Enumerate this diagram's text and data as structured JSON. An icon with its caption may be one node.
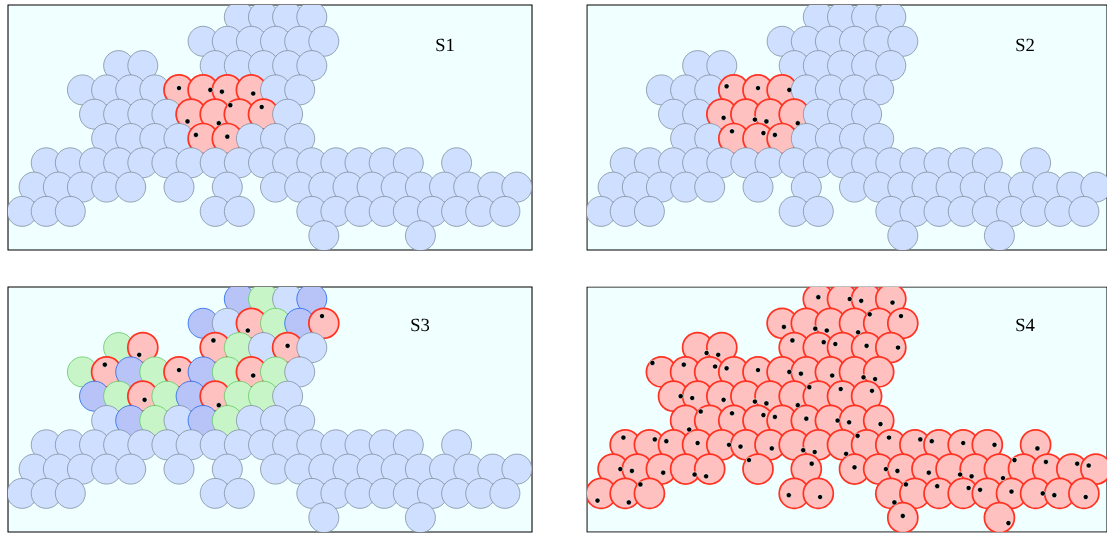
{
  "diagram": {
    "nodes": [
      {
        "text": [
          "S1"
        ]
      },
      {
        "text": [
          "S2"
        ]
      },
      {
        "text": [
          "S3"
        ]
      },
      {
        "text": [
          "S4"
        ]
      }
    ]
  }
}
